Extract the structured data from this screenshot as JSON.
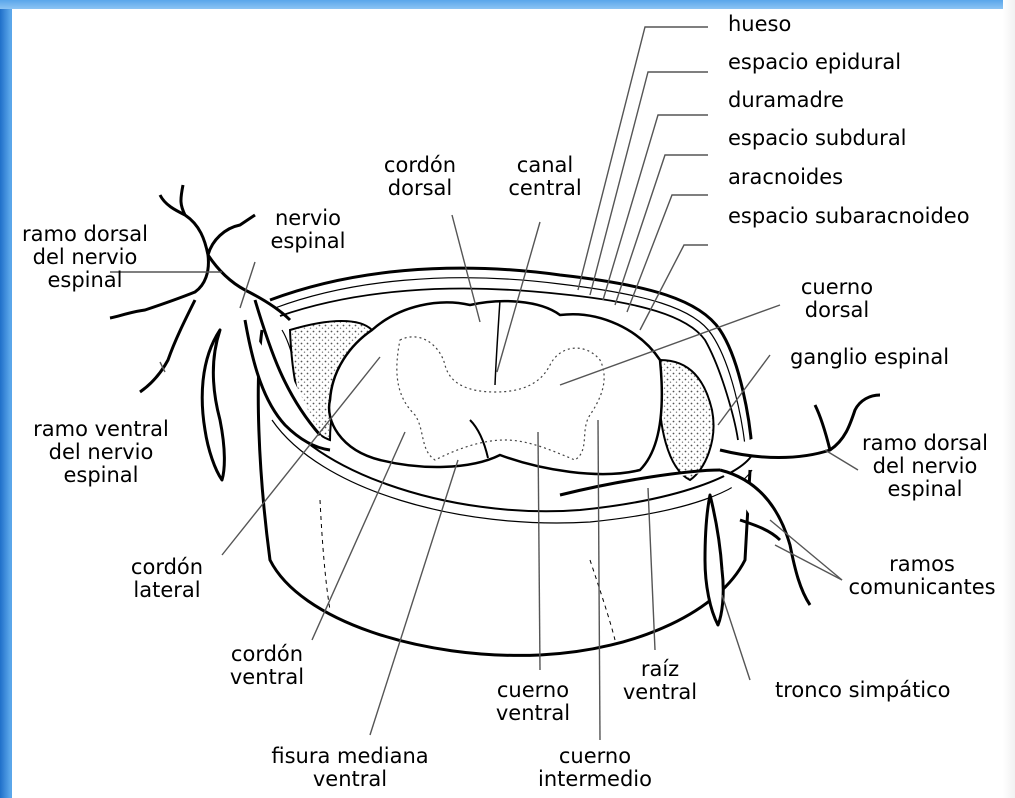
{
  "labels": {
    "hueso": "hueso",
    "espacio_epidural": "espacio epidural",
    "duramadre": "duramadre",
    "espacio_subdural": "espacio subdural",
    "aracnoides": "aracnoides",
    "espacio_subaracnoideo": "espacio subaracnoideo",
    "cuerno_dorsal": [
      "cuerno",
      "dorsal"
    ],
    "ganglio_espinal": "ganglio espinal",
    "ramo_dorsal_der": [
      "ramo dorsal",
      "del nervio",
      "espinal"
    ],
    "ramos_comunicantes": [
      "ramos",
      "comunicantes"
    ],
    "tronco_simpatico": "tronco simpático",
    "raiz_ventral": [
      "raíz",
      "ventral"
    ],
    "cuerno_intermedio": [
      "cuerno",
      "intermedio"
    ],
    "cuerno_ventral": [
      "cuerno",
      "ventral"
    ],
    "fisura_mediana_ventral": [
      "fisura mediana",
      "ventral"
    ],
    "cordon_ventral": [
      "cordón",
      "ventral"
    ],
    "cordon_lateral": [
      "cordón",
      "lateral"
    ],
    "ramo_ventral_izq": [
      "ramo ventral",
      "del nervio",
      "espinal"
    ],
    "ramo_dorsal_izq": [
      "ramo dorsal",
      "del nervio",
      "espinal"
    ],
    "nervio_espinal": [
      "nervio",
      "espinal"
    ],
    "cordon_dorsal": [
      "cordón",
      "dorsal"
    ],
    "canal_central": [
      "canal",
      "central"
    ]
  },
  "colors": {
    "background": "#ffffff",
    "ink": "#000000",
    "frame": "#3f8fd6"
  }
}
